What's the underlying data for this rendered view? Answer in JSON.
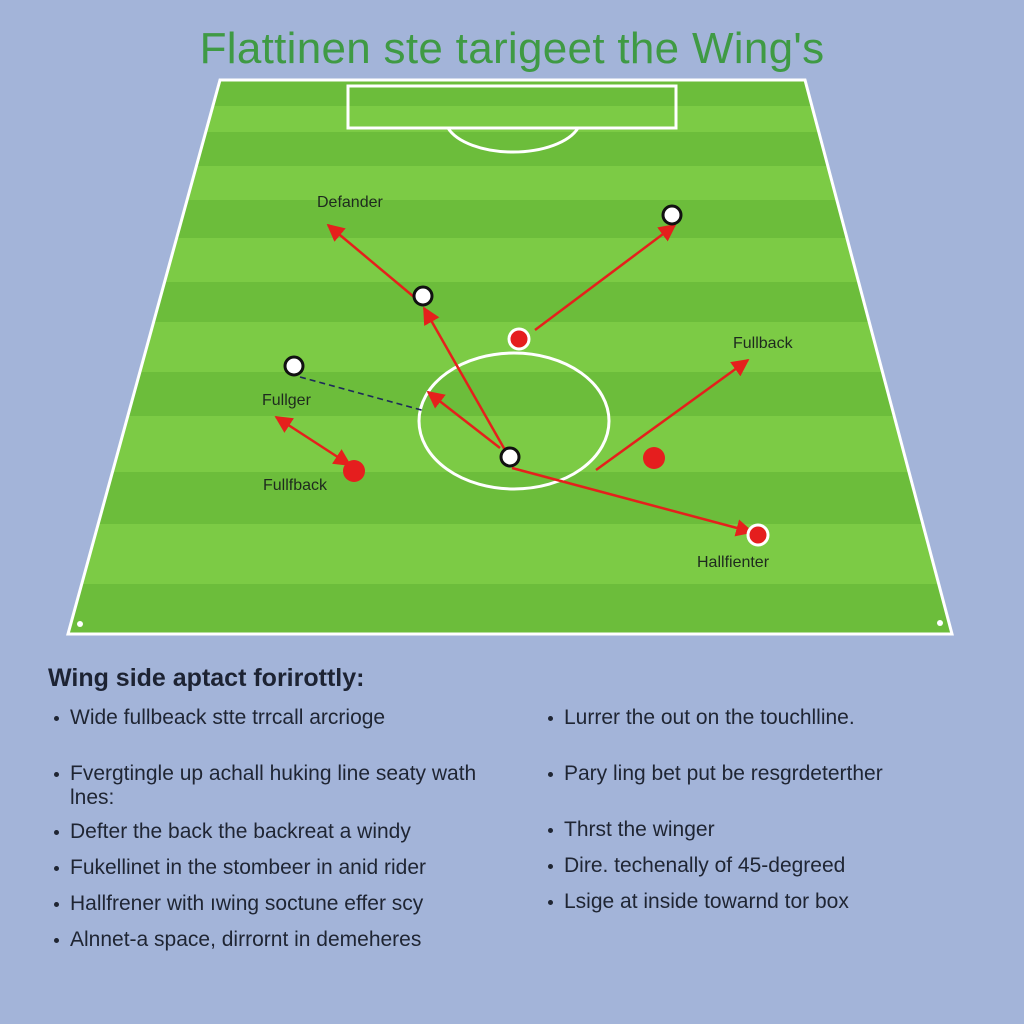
{
  "title": "Flattinen ste tarigeet the Wing's",
  "colors": {
    "background": "#a3b4d9",
    "pitch_light": "#7ccb45",
    "pitch_dark": "#6dbd3c",
    "line": "#ffffff",
    "arrow": "#e5201c",
    "player_white": "#ffffff",
    "player_red": "#e51e1e",
    "title": "#3f9a44"
  },
  "labels": {
    "defender": "Defander",
    "fullback_right": "Fullback",
    "fullger": "Fullger",
    "fullback_left": "Fullfback",
    "halfcenter": "Hallfienter"
  },
  "tips": {
    "heading": "Wing side aptact forirottly:",
    "left": [
      "Wide fullbeack stte trrcall arcrioge",
      "Fvergtingle up achall huking line seaty wath lnes:",
      "Defter the back the backreat a windy",
      "Fukellinet in the stombeer in anid rider",
      "Hallfrener with ıwing soctune effer scy",
      "Alnnet-a space, dirrornt in demeheres"
    ],
    "right": [
      "Lurrer the out on the touchlline.",
      "Pary ling bet put be resgrdeterther",
      "Thrst the winger",
      "Dire. techenally of 45-degreed",
      "Lsige at inside towarnd tor box"
    ]
  }
}
